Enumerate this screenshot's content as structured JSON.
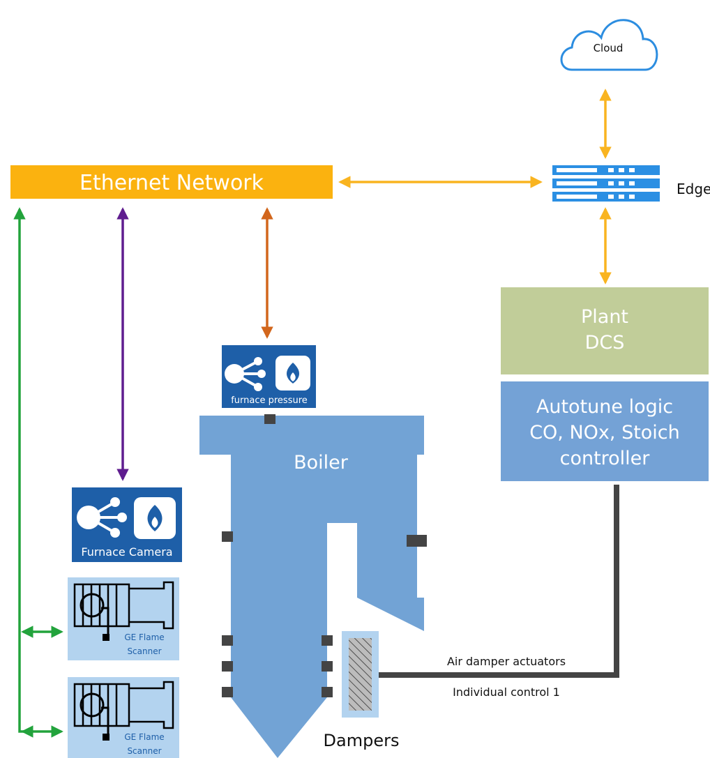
{
  "cloud": {
    "label": "Cloud"
  },
  "edge": {
    "label": "Edge"
  },
  "network": {
    "label": "Ethernet Network"
  },
  "plant_dcs": {
    "line1": "Plant",
    "line2": "DCS"
  },
  "autotune": {
    "line1": "Autotune logic",
    "line2": "CO, NOx, Stoich",
    "line3": "controller"
  },
  "boiler": {
    "label": "Boiler"
  },
  "furnace_pressure": {
    "label": "furnace pressure"
  },
  "furnace_camera": {
    "label": "Furnace Camera"
  },
  "flame_scanner_1": {
    "line1": "GE Flame",
    "line2": "Scanner"
  },
  "flame_scanner_2": {
    "line1": "GE Flame",
    "line2": "Scanner"
  },
  "dampers": {
    "label": "Dampers"
  },
  "actuator_link": {
    "label_top": "Air damper actuators",
    "label_bottom": "Individual control 1"
  },
  "colors": {
    "network": "#fbb20f",
    "boiler": "#72a3d5",
    "device_tile": "#1e5fa8",
    "scanner_tile": "#b3d3ef",
    "plant_dcs": "#c1cd99",
    "autotune": "#74a2d6",
    "link_green": "#22a33c",
    "link_purple": "#5f1d8f",
    "link_orange": "#d2661c",
    "link_yellow": "#f9b420",
    "cloud": "#2c8de0",
    "edge": "#2b8fe3"
  }
}
